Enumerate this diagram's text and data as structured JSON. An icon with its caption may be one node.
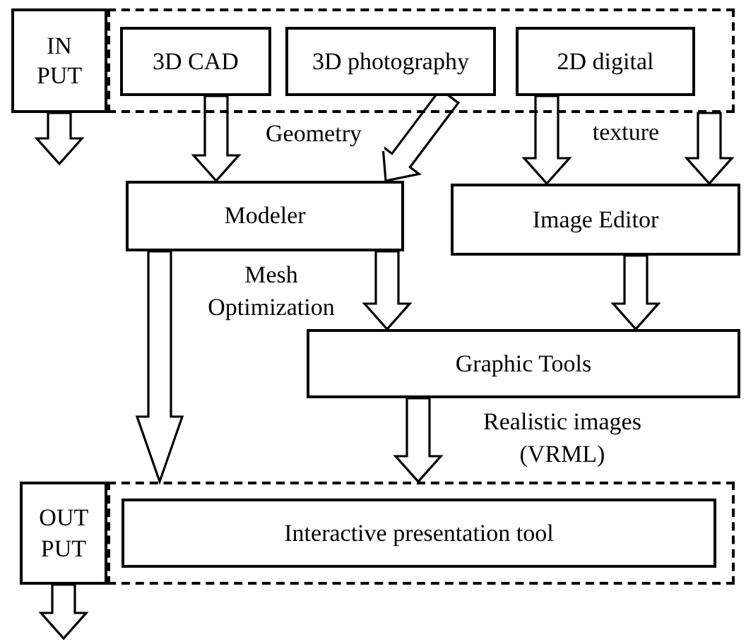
{
  "diagram": {
    "nodes": [
      {
        "text": [
          "IN PUT"
        ]
      },
      {
        "text": [],
        "shape": "box"
      },
      {
        "text": [
          "3D CAD"
        ],
        "in": 1
      },
      {
        "text": [
          "3D photography"
        ],
        "in": 1
      },
      {
        "text": [
          "2D digital"
        ],
        "in": 1
      },
      {
        "text": [
          "Modeler"
        ]
      },
      {
        "text": [
          "Image Editor"
        ]
      },
      {
        "text": [
          "Graphic Tools"
        ]
      },
      {
        "text": [
          "OUT PUT"
        ]
      },
      {
        "text": [],
        "shape": "box"
      },
      {
        "text": [
          "Interactive presentation tool"
        ],
        "in": 9
      }
    ],
    "edges": [
      {
        "from": 0,
        "to": null,
        "arrow": "to"
      },
      {
        "from": 2,
        "to": 5,
        "arrow": "to",
        "label": "Geometry"
      },
      {
        "from": 3,
        "to": 5,
        "arrow": "to"
      },
      {
        "from": 4,
        "to": 6,
        "arrow": "to",
        "label": "texture"
      },
      {
        "from": 1,
        "to": 6,
        "arrow": "to"
      },
      {
        "from": 5,
        "to": 9,
        "arrow": "to"
      },
      {
        "from": 5,
        "to": 7,
        "arrow": "to",
        "label": "Mesh Optimization"
      },
      {
        "from": 6,
        "to": 7,
        "arrow": "to"
      },
      {
        "from": 7,
        "to": 9,
        "arrow": "to",
        "label": "Realistic images (VRML)"
      },
      {
        "from": 8,
        "to": null,
        "arrow": "to"
      }
    ]
  }
}
